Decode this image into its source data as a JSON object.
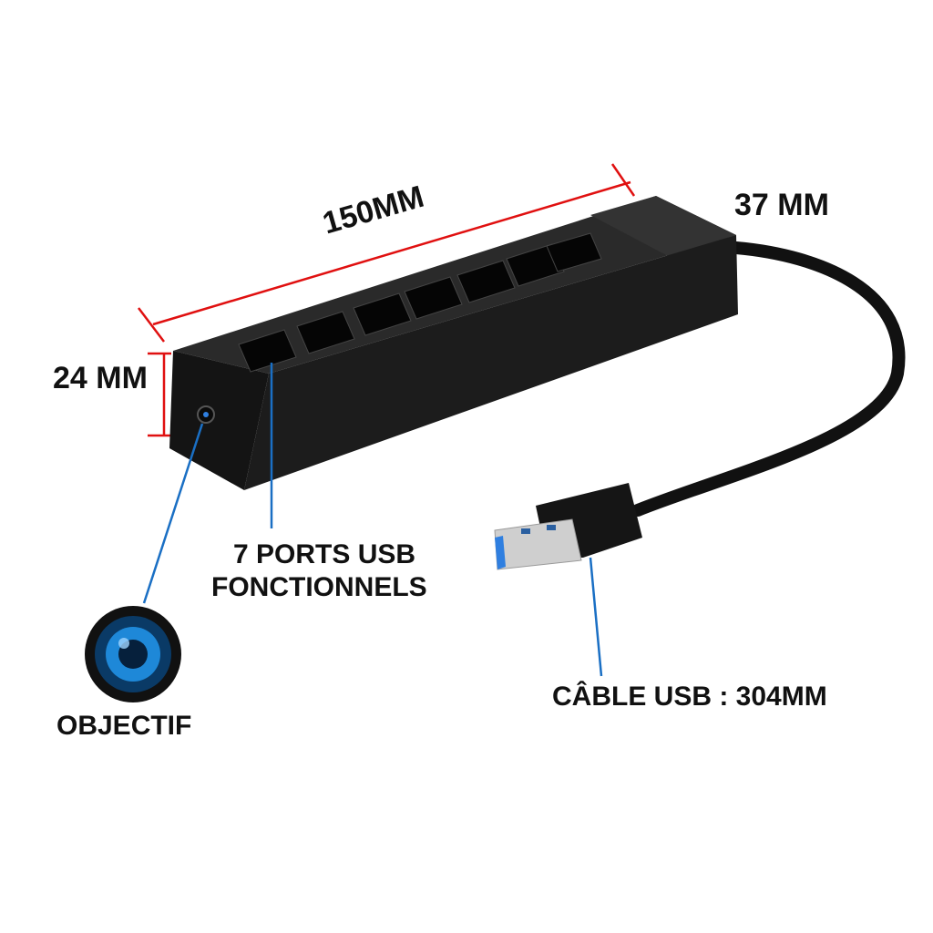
{
  "dimensions": {
    "length": "150MM",
    "height": "24 MM",
    "width": "37 MM"
  },
  "callouts": {
    "ports_line1": "7 PORTS USB",
    "ports_line2": "FONCTIONNELS",
    "cable": "CÂBLE USB : 304MM",
    "lens": "OBJECTIF"
  },
  "colors": {
    "dimension_line": "#e01010",
    "callout_line": "#1a6fc4",
    "device": "#1c1c1c",
    "usb_insert": "#2f7fe0"
  }
}
